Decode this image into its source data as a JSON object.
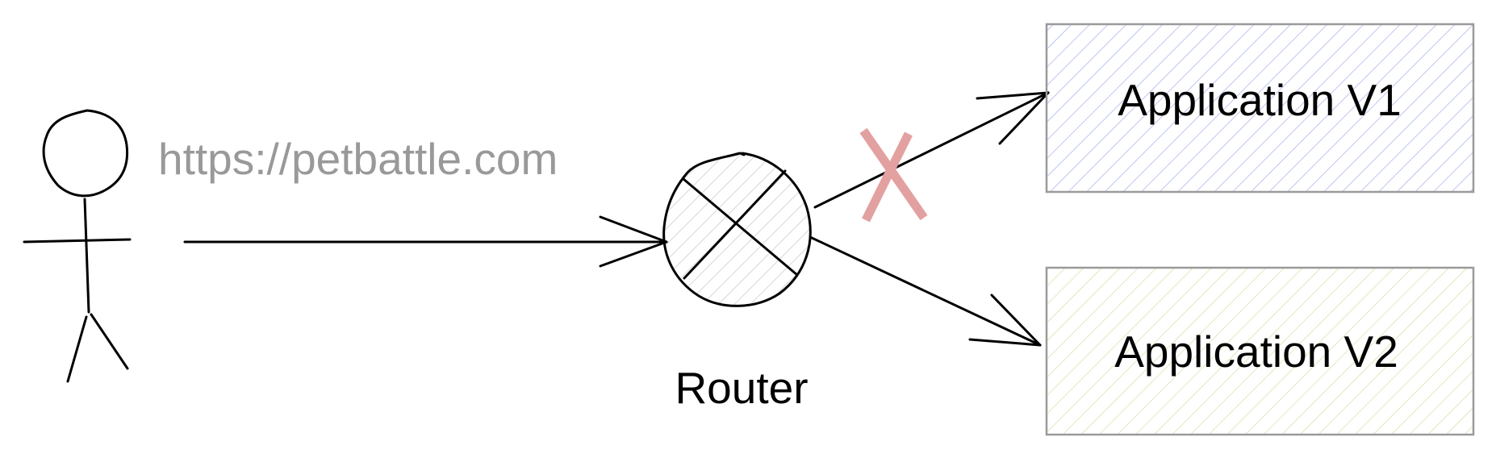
{
  "url_label": "https://petbattle.com",
  "router": {
    "label": "Router"
  },
  "targets": [
    {
      "label": "Application V1",
      "hatch_color": "#a9b4ec",
      "border_color": "#9a9a9a",
      "blocked": true
    },
    {
      "label": "Application V2",
      "hatch_color": "#d4e3a8",
      "border_color": "#9a9a9a",
      "blocked": false
    }
  ],
  "colors": {
    "url_text": "#999999",
    "blocked_mark": "#e3a0a0",
    "router_hatch": "#c9c9c9",
    "line": "#000000"
  },
  "icons": [
    "user-stick-figure-icon",
    "router-cross-icon",
    "blocked-x-icon"
  ]
}
